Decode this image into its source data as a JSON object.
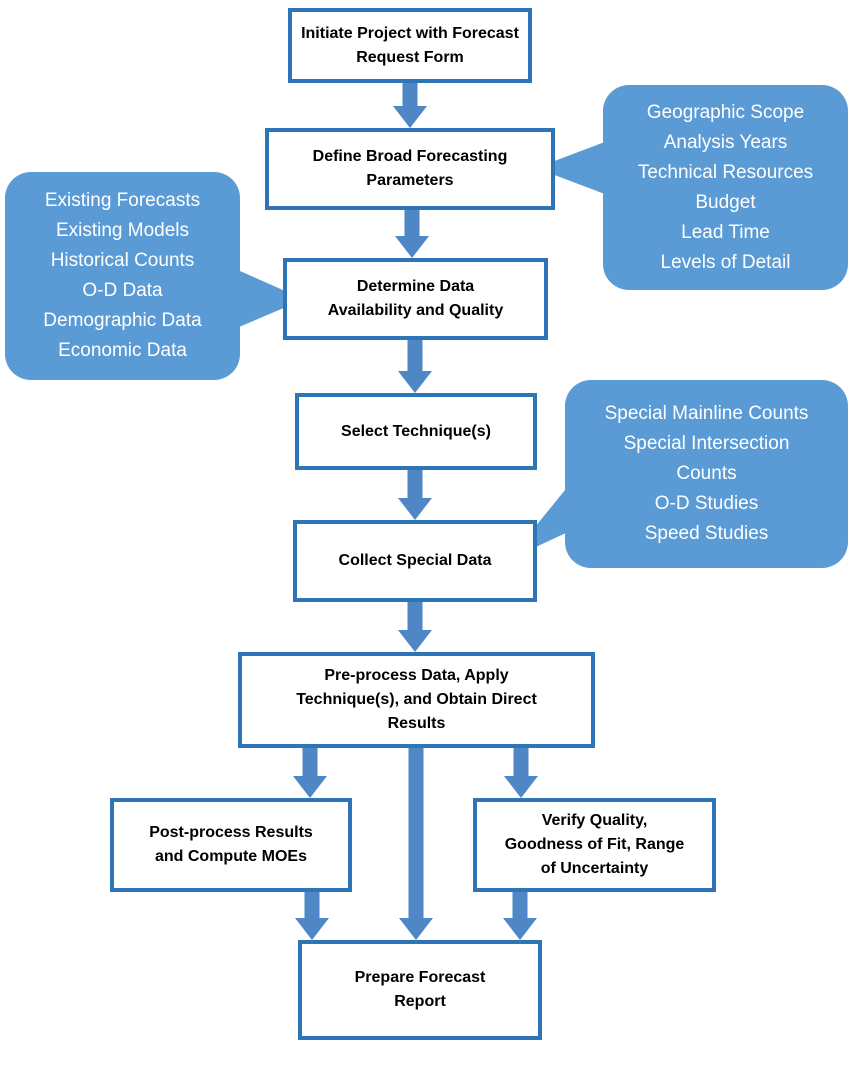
{
  "diagram": {
    "boxes": {
      "initiate": {
        "label": "Initiate Project with Forecast Request Form"
      },
      "define": {
        "label": "Define Broad Forecasting Parameters"
      },
      "determine": {
        "label": "Determine Data Availability and Quality"
      },
      "select": {
        "label": "Select Technique(s)"
      },
      "collect": {
        "label": "Collect Special Data"
      },
      "preprocess": {
        "label": "Pre-process Data, Apply Technique(s), and Obtain Direct Results"
      },
      "postprocess": {
        "label": "Post-process Results and Compute MOEs"
      },
      "verify": {
        "label": "Verify Quality, Goodness of Fit, Range of Uncertainty"
      },
      "report": {
        "label": "Prepare Forecast Report"
      }
    },
    "callouts": {
      "data_sources": {
        "lines": [
          "Existing Forecasts",
          "Existing Models",
          "Historical Counts",
          "O-D Data",
          "Demographic Data",
          "Economic Data"
        ]
      },
      "parameters": {
        "lines": [
          "Geographic Scope",
          "Analysis Years",
          "Technical Resources",
          "Budget",
          "Lead Time",
          "Levels of Detail"
        ]
      },
      "special_data": {
        "lines": [
          "Special Mainline Counts",
          "Special Intersection",
          "Counts",
          "O-D Studies",
          "Speed Studies"
        ]
      }
    },
    "colors": {
      "box_border": "#2E75B6",
      "box_fill": "#FFFFFF",
      "box_text": "#000000",
      "arrow_fill": "#4E86C6",
      "callout_fill": "#5B9BD5",
      "callout_text": "#FFFFFF"
    }
  }
}
